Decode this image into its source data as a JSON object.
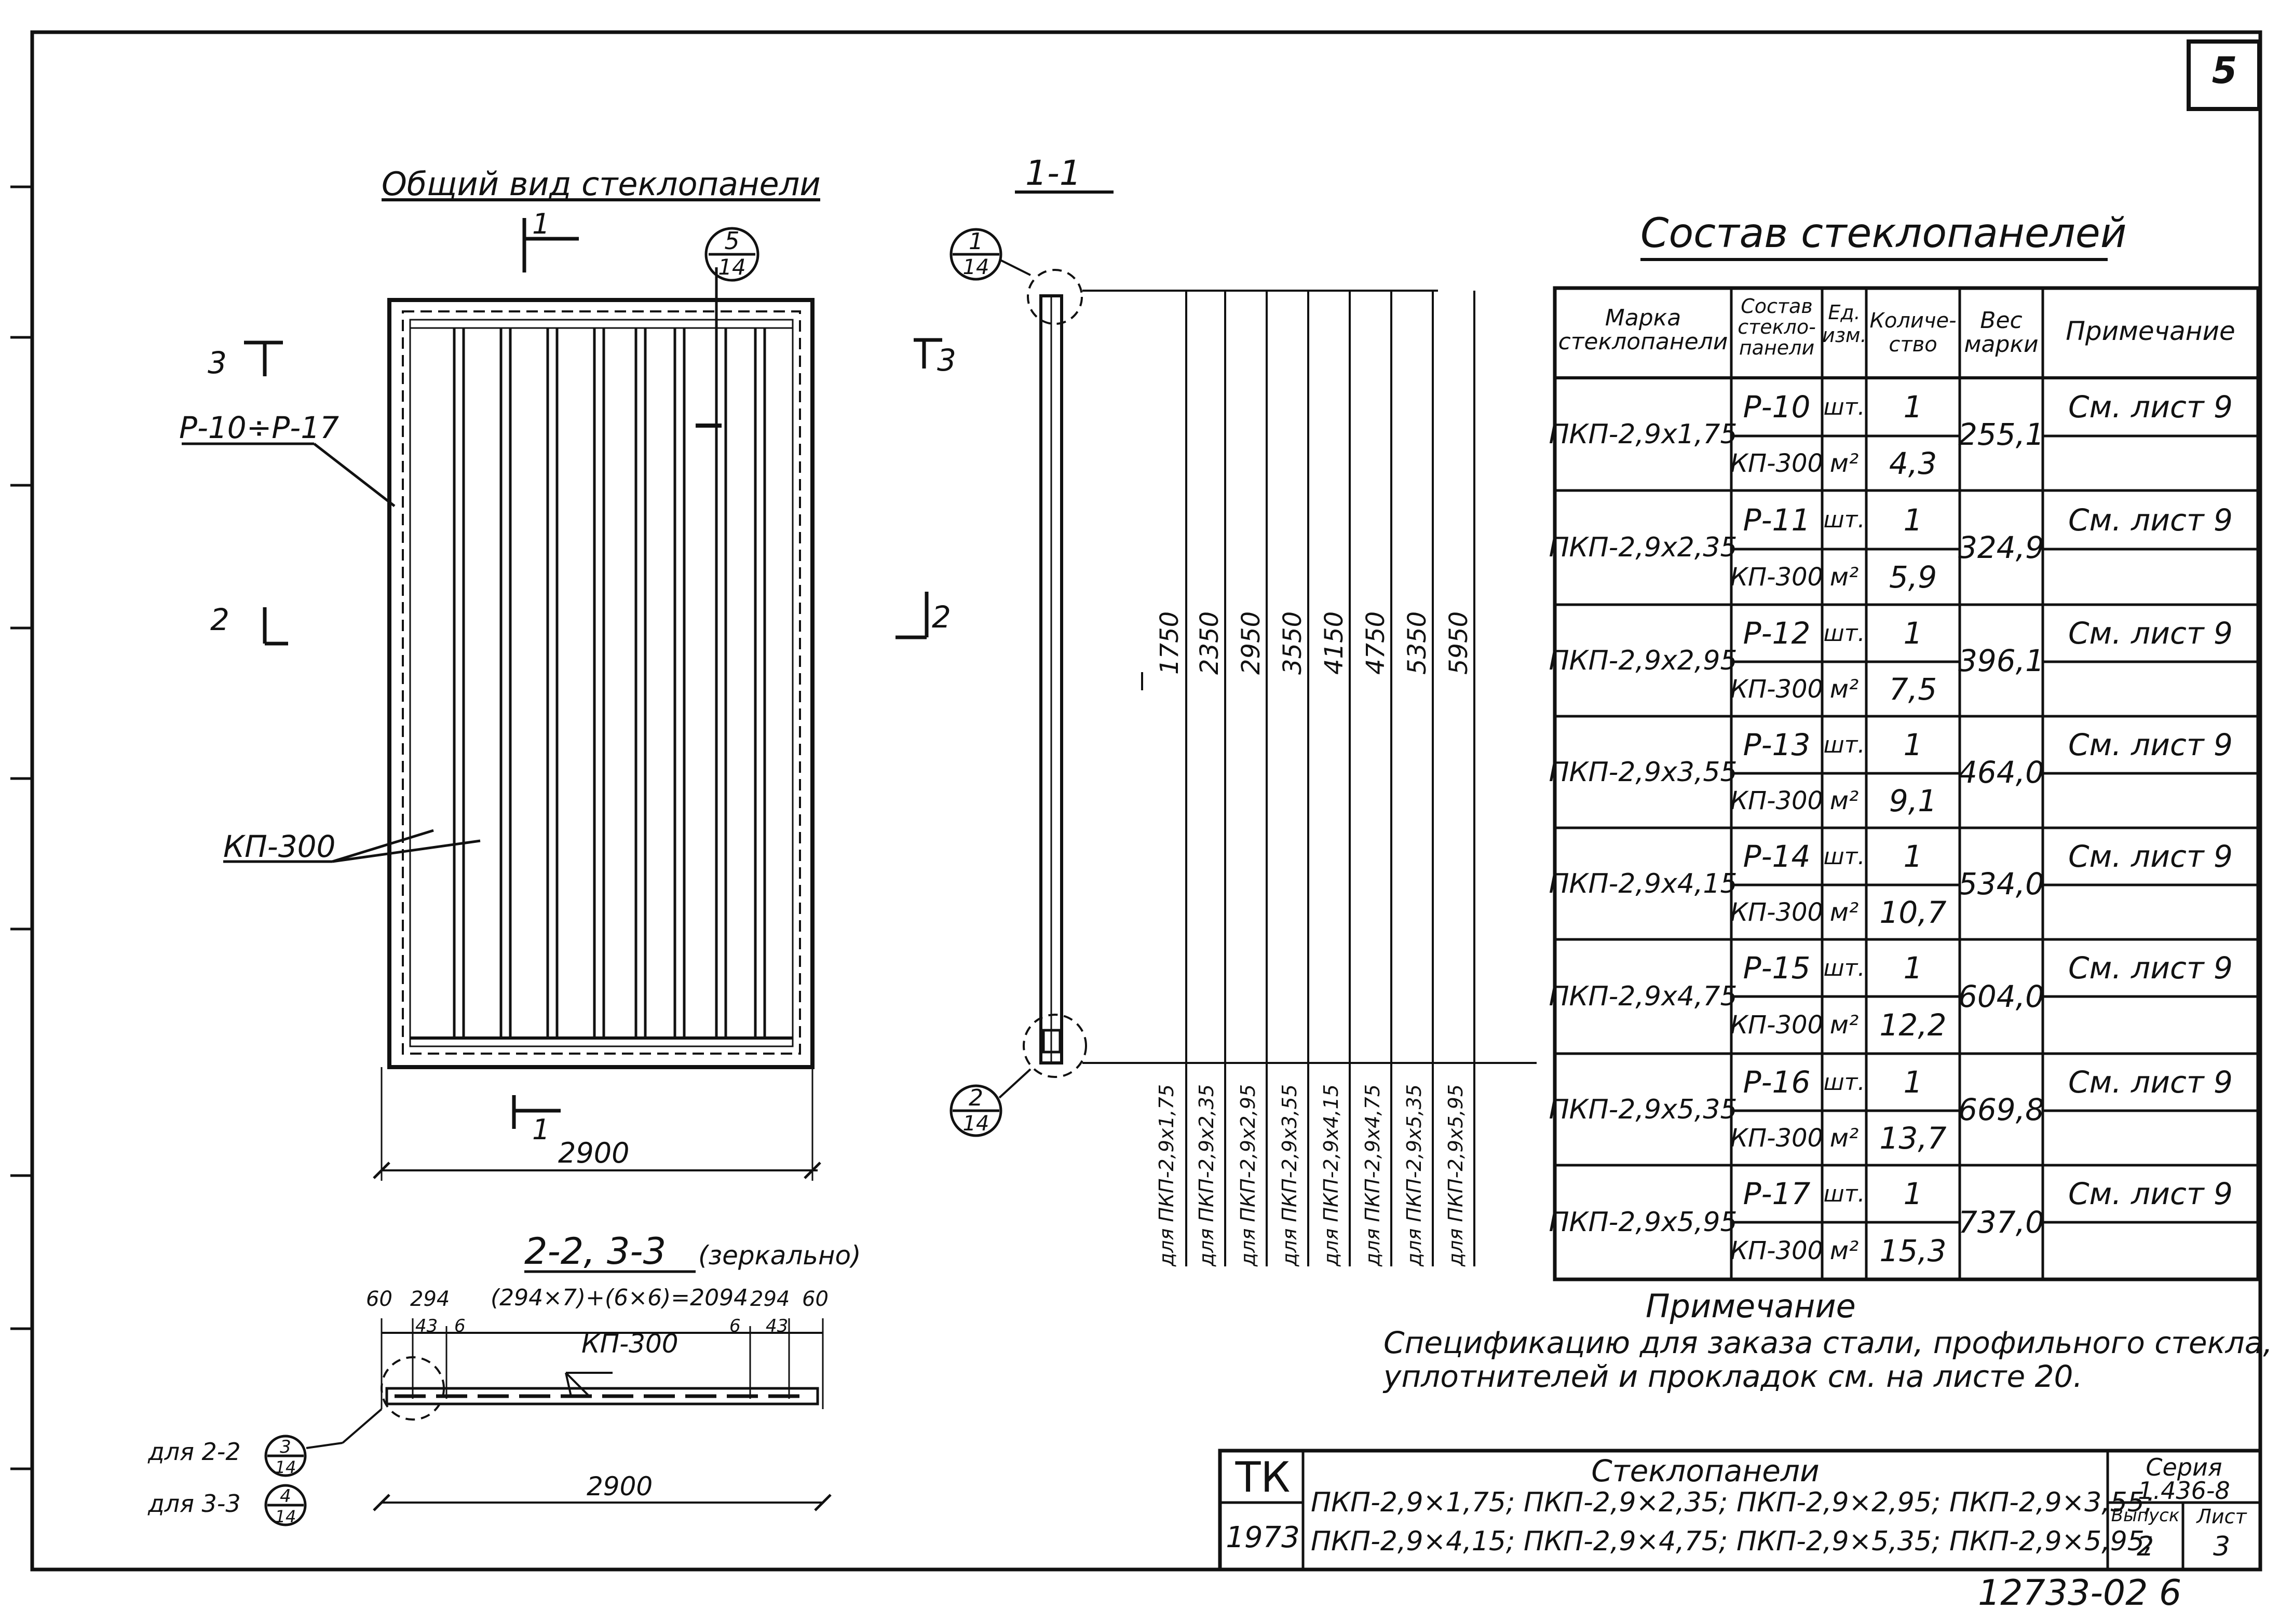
{
  "sheet_number": "5",
  "general_view": {
    "title": "Общий вид стеклопанели",
    "section_1_label": "1",
    "section_3_label": "3",
    "section_2_label": "2",
    "callout_5": {
      "top": "5",
      "bottom": "14"
    },
    "leader_frame": "Р-10÷Р-17",
    "leader_glass": "КП-300",
    "width_dim": "2900"
  },
  "section_1_1": {
    "title": "1-1",
    "callout_top": {
      "top": "1",
      "bottom": "14"
    },
    "callout_bottom": {
      "top": "2",
      "bottom": "14"
    },
    "heights": [
      "1750",
      "2350",
      "2950",
      "3550",
      "4150",
      "4750",
      "5350",
      "5950"
    ],
    "for_labels": [
      "для ПКП-2,9х1,75",
      "для ПКП-2,9х2,35",
      "для ПКП-2,9х2,95",
      "для ПКП-2,9х3,55",
      "для ПКП-2,9х4,15",
      "для ПКП-2,9х4,75",
      "для ПКП-2,9х5,35",
      "для ПКП-2,9х5,95"
    ]
  },
  "section_2_2": {
    "title": "2-2, 3-3",
    "title_note": "(зеркально)",
    "dims": {
      "d60_left": "60",
      "d294_left": "294",
      "middle": "(294×7)+(6×6)=2094",
      "d294_right": "294",
      "d60_right": "60"
    },
    "sub_43": "43",
    "sub_6": "6",
    "leader_glass": "КП-300",
    "width_dim": "2900",
    "for_2_2": "для 2-2",
    "for_3_3": "для 3-3",
    "callout_3": {
      "top": "3",
      "bottom": "14"
    },
    "callout_4": {
      "top": "4",
      "bottom": "14"
    }
  },
  "composition_table": {
    "title": "Состав стеклопанелей",
    "headers": [
      "Марка стеклопанели",
      "Состав стекло-панели",
      "Ед. изм.",
      "Количе-ство",
      "Вес марки",
      "Примечание"
    ],
    "rows": [
      {
        "mark": "ПКП-2,9х1,75",
        "part1": "Р-10",
        "unit1": "шт.",
        "qty1": "1",
        "part2": "КП-300",
        "unit2": "м²",
        "qty2": "4,3",
        "weight": "255,1",
        "note": "См. лист 9"
      },
      {
        "mark": "ПКП-2,9х2,35",
        "part1": "Р-11",
        "unit1": "шт.",
        "qty1": "1",
        "part2": "КП-300",
        "unit2": "м²",
        "qty2": "5,9",
        "weight": "324,9",
        "note": "См. лист 9"
      },
      {
        "mark": "ПКП-2,9х2,95",
        "part1": "Р-12",
        "unit1": "шт.",
        "qty1": "1",
        "part2": "КП-300",
        "unit2": "м²",
        "qty2": "7,5",
        "weight": "396,1",
        "note": "См. лист 9"
      },
      {
        "mark": "ПКП-2,9х3,55",
        "part1": "Р-13",
        "unit1": "шт.",
        "qty1": "1",
        "part2": "КП-300",
        "unit2": "м²",
        "qty2": "9,1",
        "weight": "464,0",
        "note": "См. лист 9"
      },
      {
        "mark": "ПКП-2,9х4,15",
        "part1": "Р-14",
        "unit1": "шт.",
        "qty1": "1",
        "part2": "КП-300",
        "unit2": "м²",
        "qty2": "10,7",
        "weight": "534,0",
        "note": "См. лист 9"
      },
      {
        "mark": "ПКП-2,9х4,75",
        "part1": "Р-15",
        "unit1": "шт.",
        "qty1": "1",
        "part2": "КП-300",
        "unit2": "м²",
        "qty2": "12,2",
        "weight": "604,0",
        "note": "См. лист 9"
      },
      {
        "mark": "ПКП-2,9х5,35",
        "part1": "Р-16",
        "unit1": "шт.",
        "qty1": "1",
        "part2": "КП-300",
        "unit2": "м²",
        "qty2": "13,7",
        "weight": "669,8",
        "note": "См. лист 9"
      },
      {
        "mark": "ПКП-2,9х5,95",
        "part1": "Р-17",
        "unit1": "шт.",
        "qty1": "1",
        "part2": "КП-300",
        "unit2": "м²",
        "qty2": "15,3",
        "weight": "737,0",
        "note": "См. лист 9"
      }
    ]
  },
  "note": {
    "heading": "Примечание",
    "line1": "Спецификацию для заказа стали, профильного стекла,",
    "line2": "уплотнителей и прокладок см. на листе 20."
  },
  "title_block": {
    "org": "ТК",
    "year": "1973",
    "name": "Стеклопанели",
    "line1": "ПКП-2,9×1,75; ПКП-2,9×2,35; ПКП-2,9×2,95; ПКП-2,9×3,55;",
    "line2": "ПКП-2,9×4,15; ПКП-2,9×4,75; ПКП-2,9×5,35; ПКП-2,9×5,95;",
    "series_label": "Серия",
    "series_value": "1.436-8",
    "issue_label": "Выпуск",
    "issue_value": "2",
    "sheet_label": "Лист",
    "sheet_value": "3"
  },
  "archive_number": "12733-02 6"
}
